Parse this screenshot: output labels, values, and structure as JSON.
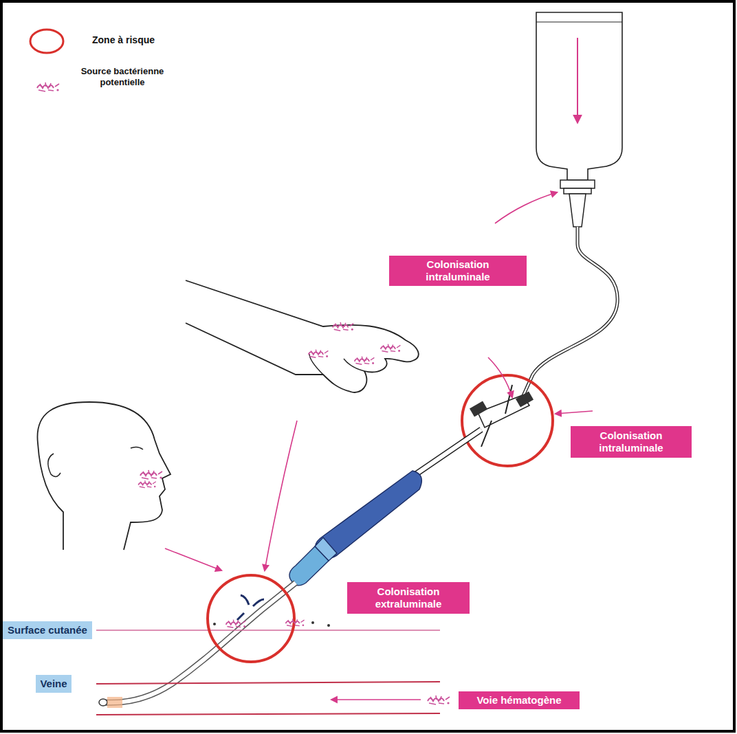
{
  "diagram": {
    "nodes": [
      {
        "text": [
          "Colonisation intraluminale"
        ]
      },
      {
        "text": [
          "Colonisation intraluminale"
        ]
      },
      {
        "text": [
          "Colonisation extraluminale"
        ]
      },
      {
        "text": [
          "Surface cutanée"
        ]
      },
      {
        "text": [
          "Veine"
        ]
      },
      {
        "text": [
          "Voie hématogène"
        ]
      }
    ],
    "legend": [
      {
        "text": "Zone à risque"
      },
      {
        "text": "Source bactérienne potentielle"
      }
    ]
  }
}
